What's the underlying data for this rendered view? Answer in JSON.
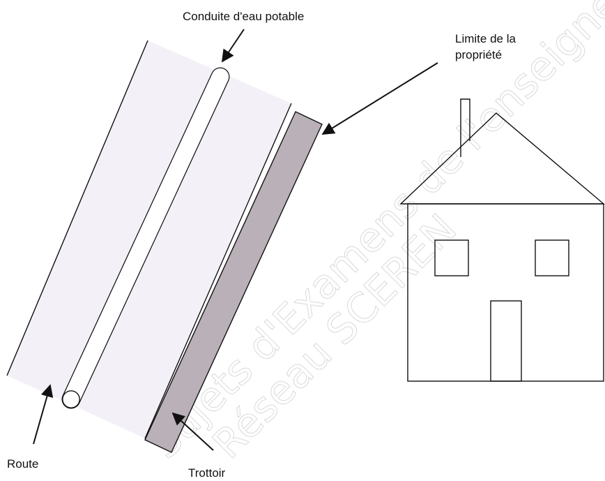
{
  "labels": {
    "pipe": "Conduite d'eau potable",
    "property_line_1": "Limite de la",
    "property_line_2": "propriété",
    "road": "Route",
    "sidewalk": "Trottoir"
  },
  "watermark": {
    "line1": "Sujets d'Examens de l'enseignement",
    "line2": "Réseau SCEREN"
  },
  "colors": {
    "road_fill": "#f4f0f8",
    "sidewalk_fill": "#b9b0b8",
    "stroke": "#111111",
    "watermark": "#d9d9d9"
  }
}
